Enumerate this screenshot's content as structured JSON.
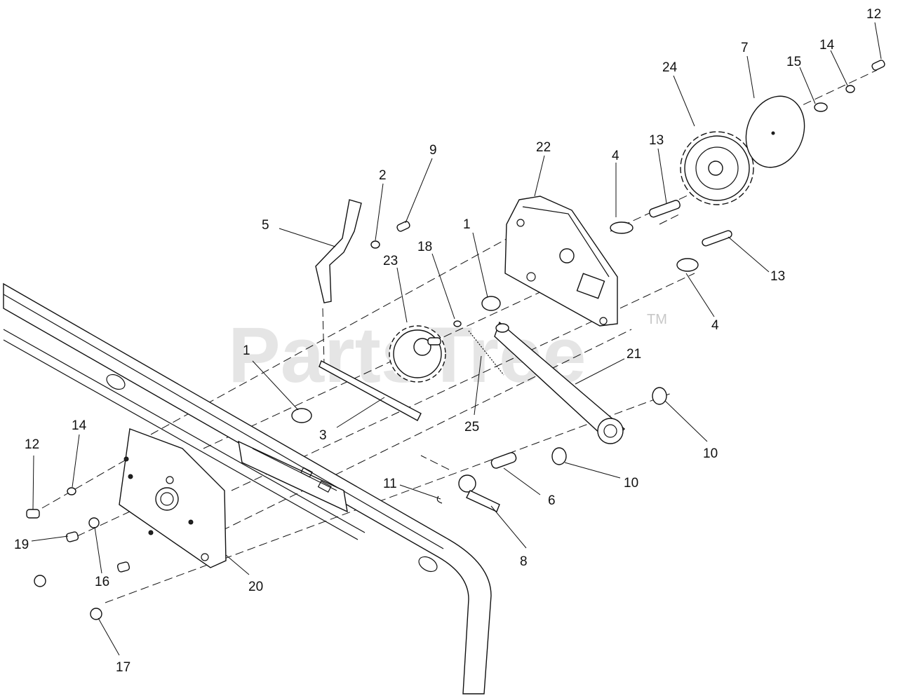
{
  "watermark": {
    "text": "PartsTree",
    "mark": "TM"
  },
  "callouts": [
    "1",
    "1",
    "2",
    "3",
    "4",
    "4",
    "5",
    "6",
    "7",
    "8",
    "9",
    "10",
    "10",
    "11",
    "12",
    "12",
    "13",
    "13",
    "14",
    "14",
    "15",
    "16",
    "17",
    "18",
    "19",
    "20",
    "21",
    "22",
    "23",
    "24",
    "25"
  ]
}
